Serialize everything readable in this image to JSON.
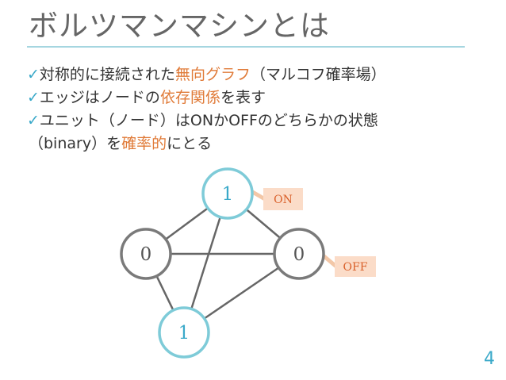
{
  "slide": {
    "title": "ボルツマンマシンとは",
    "page_number": "4",
    "bullets": [
      {
        "check": "✓",
        "pre": "対称的に接続された",
        "hl": "無向グラフ",
        "post": "（マルコフ確率場）"
      },
      {
        "check": "✓",
        "pre": "エッジはノードの",
        "hl": "依存関係",
        "post": "を表す"
      },
      {
        "check": "✓",
        "pre": "ユニット（ノード）はONかOFFのどちらかの状態",
        "hl": "",
        "post": ""
      },
      {
        "check": "",
        "pre": "（binary）を",
        "hl": "確率的",
        "post": "にとる"
      }
    ]
  },
  "diagram": {
    "nodes": [
      {
        "id": "top",
        "label": "1",
        "state": "on"
      },
      {
        "id": "left",
        "label": "0",
        "state": "off"
      },
      {
        "id": "right",
        "label": "0",
        "state": "off"
      },
      {
        "id": "bottom",
        "label": "1",
        "state": "on"
      }
    ],
    "edges": [
      [
        "top",
        "left"
      ],
      [
        "top",
        "right"
      ],
      [
        "top",
        "bottom"
      ],
      [
        "left",
        "right"
      ],
      [
        "left",
        "bottom"
      ],
      [
        "right",
        "bottom"
      ]
    ],
    "callouts": [
      {
        "label": "ON",
        "target": "top"
      },
      {
        "label": "OFF",
        "target": "right"
      }
    ],
    "colors": {
      "on_stroke": "#7ecbd8",
      "on_text": "#3aa9c9",
      "off_stroke": "#7a7a7a",
      "off_text": "#555555",
      "edge": "#666666",
      "callout_fill": "#fbdcc8",
      "callout_text": "#d9602a",
      "callout_stem": "#f3c7a7"
    }
  }
}
